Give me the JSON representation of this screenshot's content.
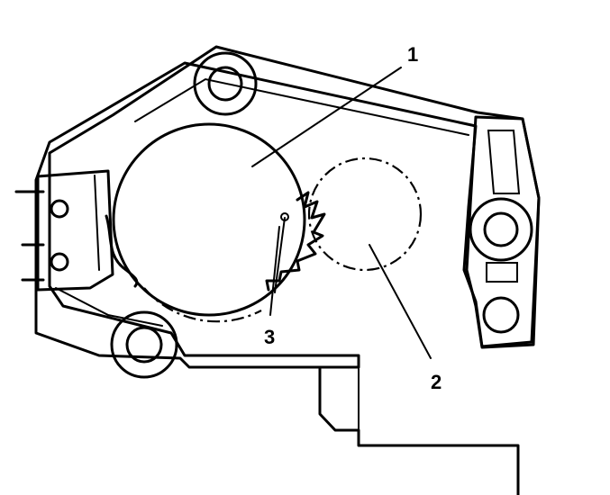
{
  "figure": {
    "callouts": [
      {
        "id": "1",
        "text": "1"
      },
      {
        "id": "2",
        "text": "2"
      },
      {
        "id": "3",
        "text": "3"
      }
    ],
    "colors": {
      "ink": "#000000",
      "background": "#ffffff"
    }
  }
}
